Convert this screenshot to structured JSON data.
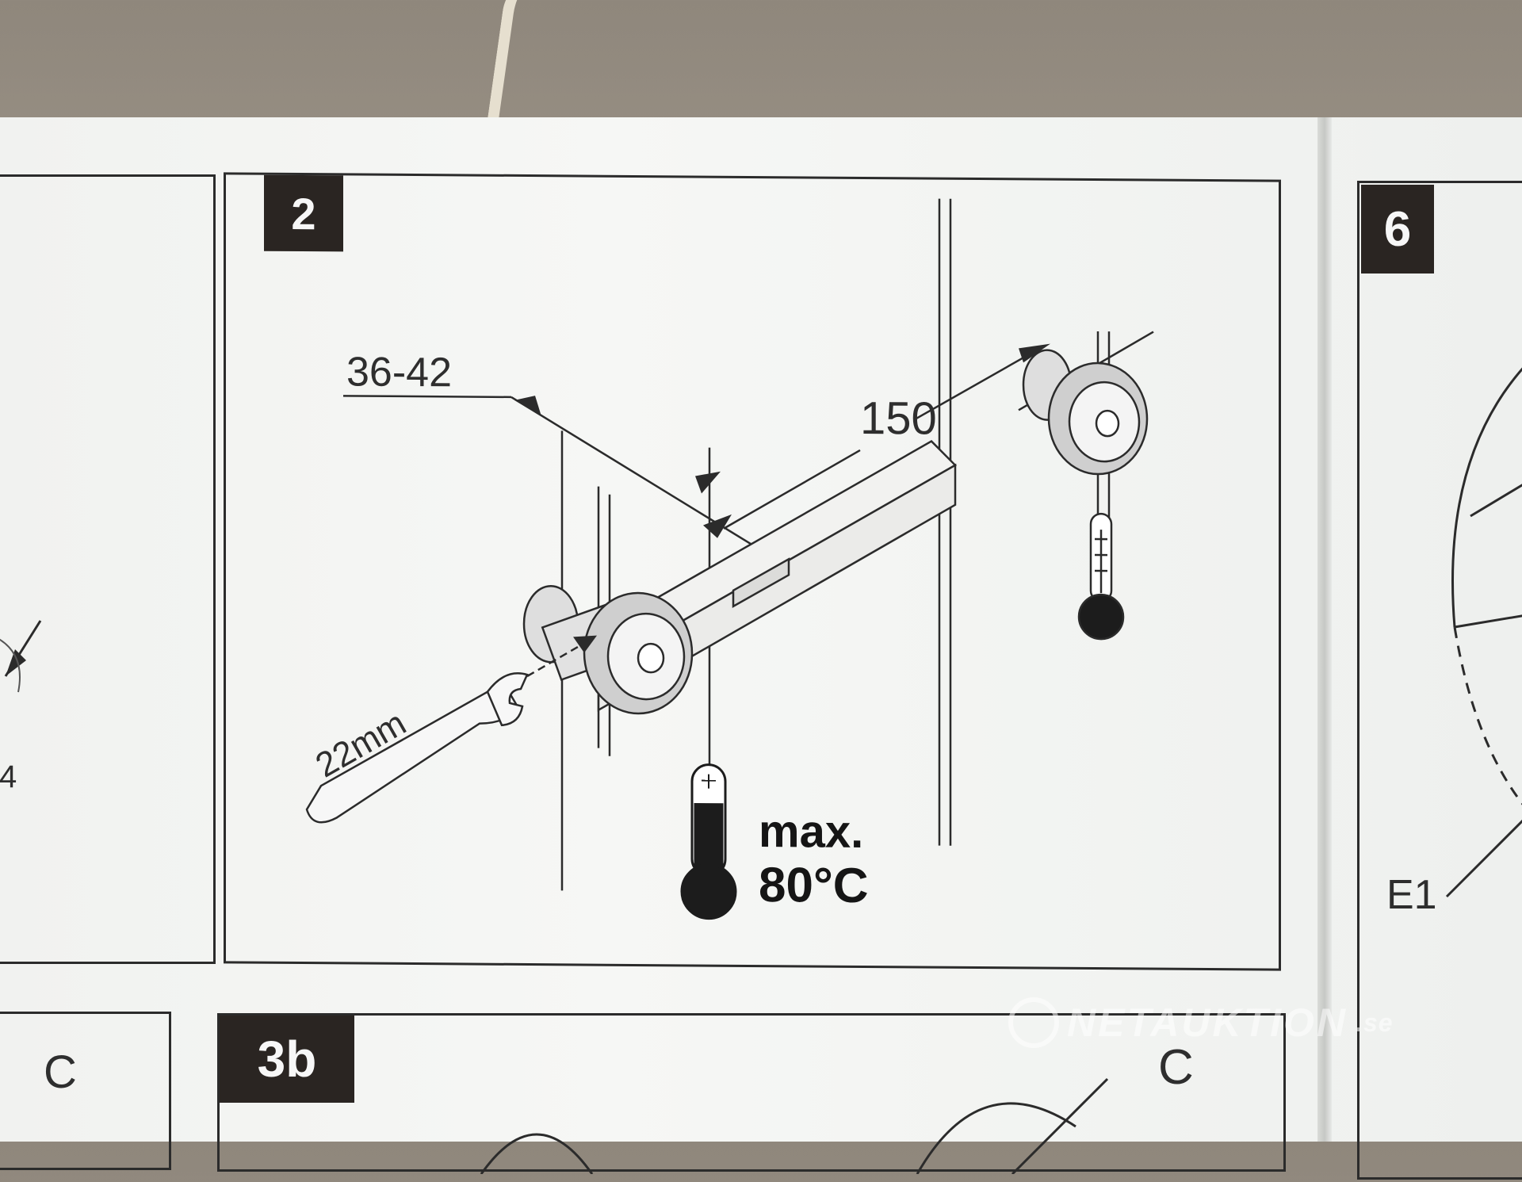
{
  "left_page": {
    "partial_label_a": "4",
    "partial_label_b": "C"
  },
  "step2": {
    "number": "2",
    "dimension_spacing": "36-42",
    "dimension_width": "150",
    "wrench_size": "22mm",
    "temp_limit_line1": "max.",
    "temp_limit_line2": "80°C"
  },
  "step3b": {
    "number": "3b",
    "label": "C"
  },
  "step6": {
    "number": "6",
    "label": "E1"
  },
  "watermark": {
    "name": "NETAUKTION",
    "suffix": ".se"
  }
}
